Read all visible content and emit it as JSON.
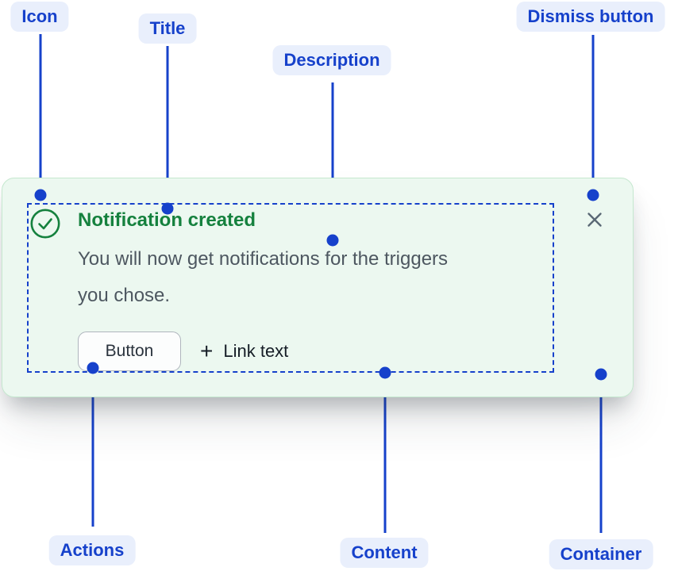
{
  "annotations": {
    "icon": "Icon",
    "title": "Title",
    "description": "Description",
    "dismiss": "Dismiss button",
    "actions": "Actions",
    "content": "Content",
    "container": "Container"
  },
  "notification": {
    "icon": "check-circle-icon",
    "title": "Notification created",
    "description_lines": [
      "You will now get notifications for the triggers",
      "you chose."
    ],
    "button_label": "Button",
    "link_plus": "+",
    "link_label": "Link text",
    "dismiss_icon": "close-icon"
  },
  "colors": {
    "annotation_blue": "#1641CB",
    "annotation_pill_bg": "#E9EFFC",
    "success_green": "#15813E",
    "card_background": "#ECF8F0",
    "card_border": "#C5E8CF",
    "description_text": "#4D5760",
    "dismiss_gray": "#5A6875"
  }
}
